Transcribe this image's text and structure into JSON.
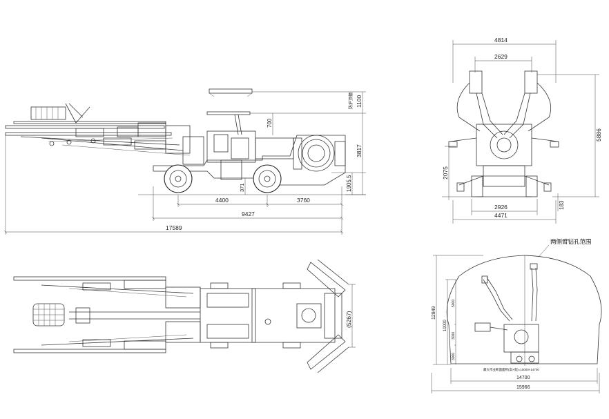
{
  "side_view": {
    "dims": {
      "total_length": "17589",
      "wheelbase_total": "9427",
      "front_to_axle": "4400",
      "axle_spacing": "3760",
      "height_total": "3817",
      "height_canopy": "1100",
      "height_1905": "1905.5",
      "height_700": "700",
      "clearance": "371"
    },
    "labels": {
      "canopy_note": "防护顶棚"
    }
  },
  "front_view": {
    "dims": {
      "width_total": "4814",
      "width_booms": "2629",
      "height_total": "5886",
      "height_2075": "2075",
      "track_2926": "2926",
      "width_4471": "4471",
      "ground_183": "183"
    }
  },
  "top_view": {
    "dims": {
      "width_5267": "(5267)"
    }
  },
  "coverage_view": {
    "title": "两侧臂钻孔范围",
    "dims": {
      "height_total": "12849",
      "height_10000": "10000",
      "h_5000": "5000",
      "h_3000a": "3000",
      "h_3000b": "3000",
      "width_14700": "14700",
      "width_15966": "15966"
    },
    "caption": "最大作业断面面积(高×宽)=10000×14700"
  }
}
